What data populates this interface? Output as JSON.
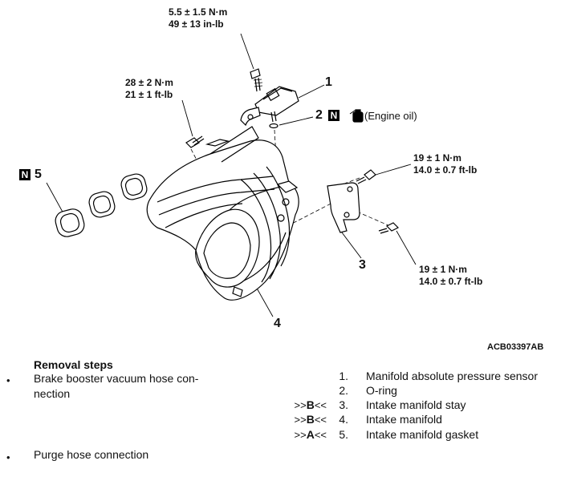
{
  "diagram": {
    "torque_top": {
      "line1": "5.5 ± 1.5 N·m",
      "line2": "49 ± 13 in-lb"
    },
    "torque_left": {
      "line1": "28 ± 2 N·m",
      "line2": "21 ± 1 ft-lb"
    },
    "torque_right_upper": {
      "line1": "19 ± 1 N·m",
      "line2": "14.0 ± 0.7 ft-lb"
    },
    "torque_right_lower": {
      "line1": "19 ± 1 N·m",
      "line2": "14.0 ± 0.7 ft-lb"
    },
    "callouts": {
      "c1": "1",
      "c2": "2",
      "c3": "3",
      "c4": "4",
      "c5": "5"
    },
    "n_marker": "N",
    "engine_oil": "(Engine oil)",
    "figure_code": "ACB03397AB"
  },
  "removal": {
    "title": "Removal steps",
    "bullet": "•",
    "left_items": [
      "Brake booster vacuum hose con-",
      "nection",
      "Purge hose connection"
    ],
    "steps": [
      {
        "marker": "",
        "number": "1.",
        "name": "Manifold absolute pressure sensor"
      },
      {
        "marker": "",
        "number": "2.",
        "name": "O-ring"
      },
      {
        "marker_pre": ">>",
        "marker_letter": "B",
        "marker_post": "<<",
        "number": "3.",
        "name": "Intake manifold stay"
      },
      {
        "marker_pre": ">>",
        "marker_letter": "B",
        "marker_post": "<<",
        "number": "4.",
        "name": "Intake manifold"
      },
      {
        "marker_pre": ">>",
        "marker_letter": "A",
        "marker_post": "<<",
        "number": "5.",
        "name": "Intake manifold gasket"
      }
    ]
  }
}
